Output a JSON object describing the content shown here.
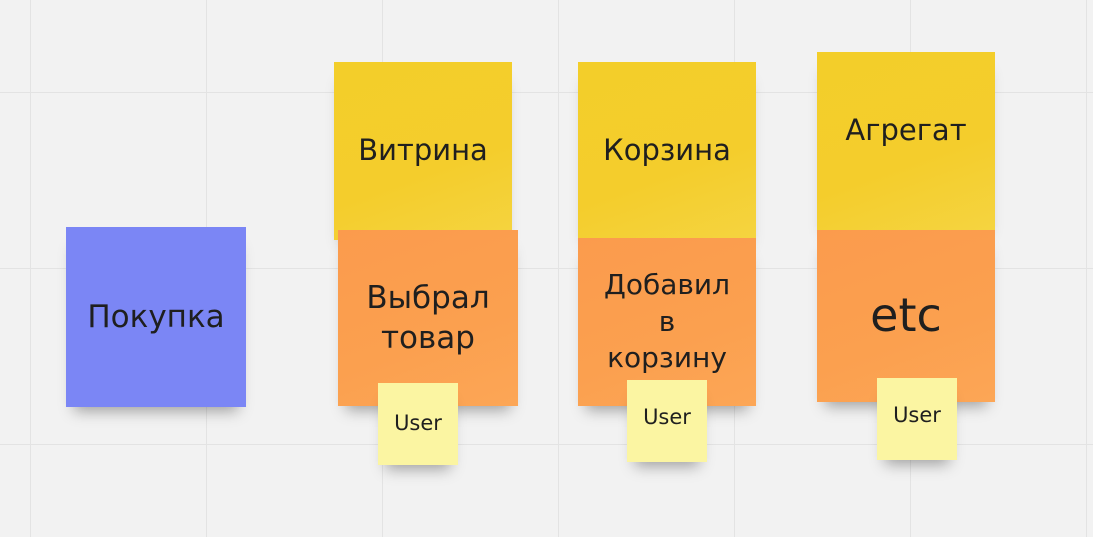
{
  "board": {
    "notes": {
      "purchase": "Покупка",
      "storefront": "Витрина",
      "cart": "Корзина",
      "aggregate": "Агрегат",
      "chose_product": "Выбрал\nтовар",
      "added_to_cart": "Добавил\nв\nкорзину",
      "etc": "etc",
      "user_1": "User",
      "user_2": "User",
      "user_3": "User"
    },
    "colors": {
      "blue": "#7b86f5",
      "yellow": "#f3ce2a",
      "orange": "#fb9b4d",
      "pale_yellow": "#fbf5a2",
      "canvas": "#f2f2f2"
    }
  }
}
